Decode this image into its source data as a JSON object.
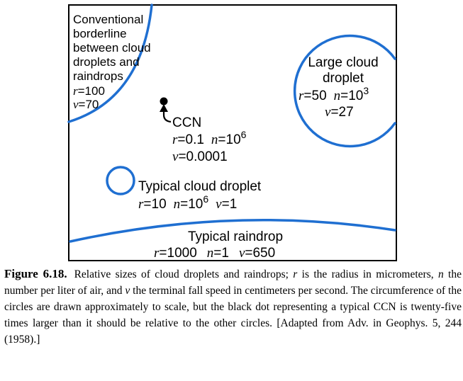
{
  "colors": {
    "circle": "#1f6fd1",
    "ink": "#000000",
    "frame": "#000000"
  },
  "boundary": {
    "lines": [
      "Conventional",
      "borderline",
      "between cloud",
      "droplets and",
      "raindrops"
    ],
    "r_sym": "r",
    "r_val": "=100",
    "v_sym": "v",
    "v_val": "=70"
  },
  "large": {
    "line1": "Large cloud",
    "line2": "droplet",
    "r_sym": "r",
    "r_val": "=50",
    "n_sym": "n",
    "n_val": "=10",
    "n_exp": "3",
    "v_sym": "v",
    "v_val": "=27"
  },
  "ccn": {
    "title": "CCN",
    "r_sym": "r",
    "r_val": "=0.1",
    "n_sym": "n",
    "n_val": "=10",
    "n_exp": "6",
    "v_sym": "v",
    "v_val": "=0.0001"
  },
  "typical": {
    "title": "Typical cloud droplet",
    "r_sym": "r",
    "r_val": "=10",
    "n_sym": "n",
    "n_val": "=10",
    "n_exp": "6",
    "v_sym": "v",
    "v_val": "=1"
  },
  "raindrop": {
    "title": "Typical raindrop",
    "r_sym": "r",
    "r_val": "=1000",
    "n_sym": "n",
    "n_val": "=1",
    "v_sym": "v",
    "v_val": "=650"
  },
  "caption": {
    "label": "Figure 6.18.",
    "p1": "Relative sizes of cloud droplets and raindrops; ",
    "r": "r",
    "p2": " is the radius in micrometers, ",
    "n": "n",
    "p3": " the number per liter of air, and ",
    "v": "v",
    "p4": " the terminal fall speed in centimeters per second. The circumference of the circles are drawn approximately to scale, but the black dot representing a typical CCN is twenty-five times larger than it should be relative to the other circles. [Adapted from Adv. in Geophys. 5, 244 (1958).]"
  }
}
